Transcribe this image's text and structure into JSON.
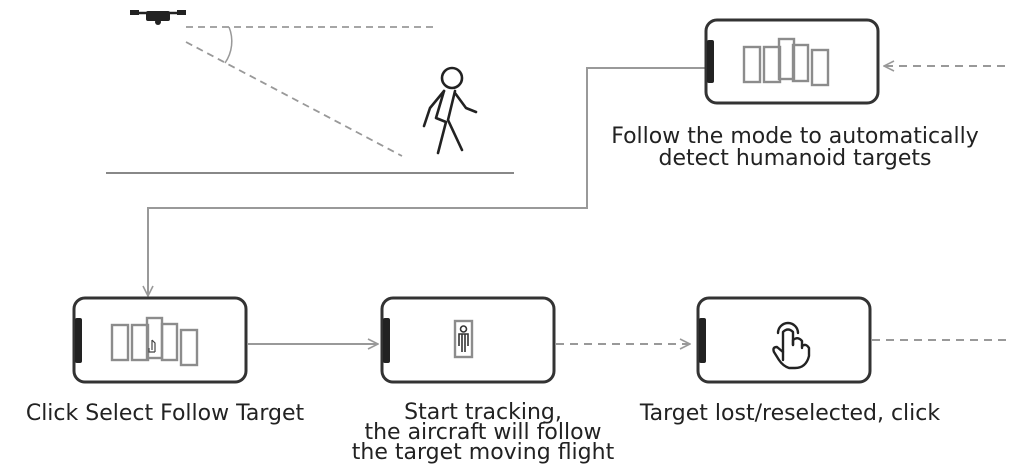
{
  "captions": {
    "auto_detect": [
      "Follow the mode to automatically",
      "detect humanoid targets"
    ],
    "select_target": [
      "Click Select Follow Target"
    ],
    "start_tracking": [
      "Start tracking,",
      "the aircraft will follow",
      "the target moving flight"
    ],
    "target_lost": [
      "Target lost/reselected, click"
    ]
  },
  "icons": {
    "drone": "drone-icon",
    "walker": "walking-person-icon",
    "hand": "tap-hand-icon"
  },
  "colors": {
    "line": "#999999",
    "phone_outline": "#333333",
    "box": "#8c8c8c",
    "text": "#222222"
  }
}
